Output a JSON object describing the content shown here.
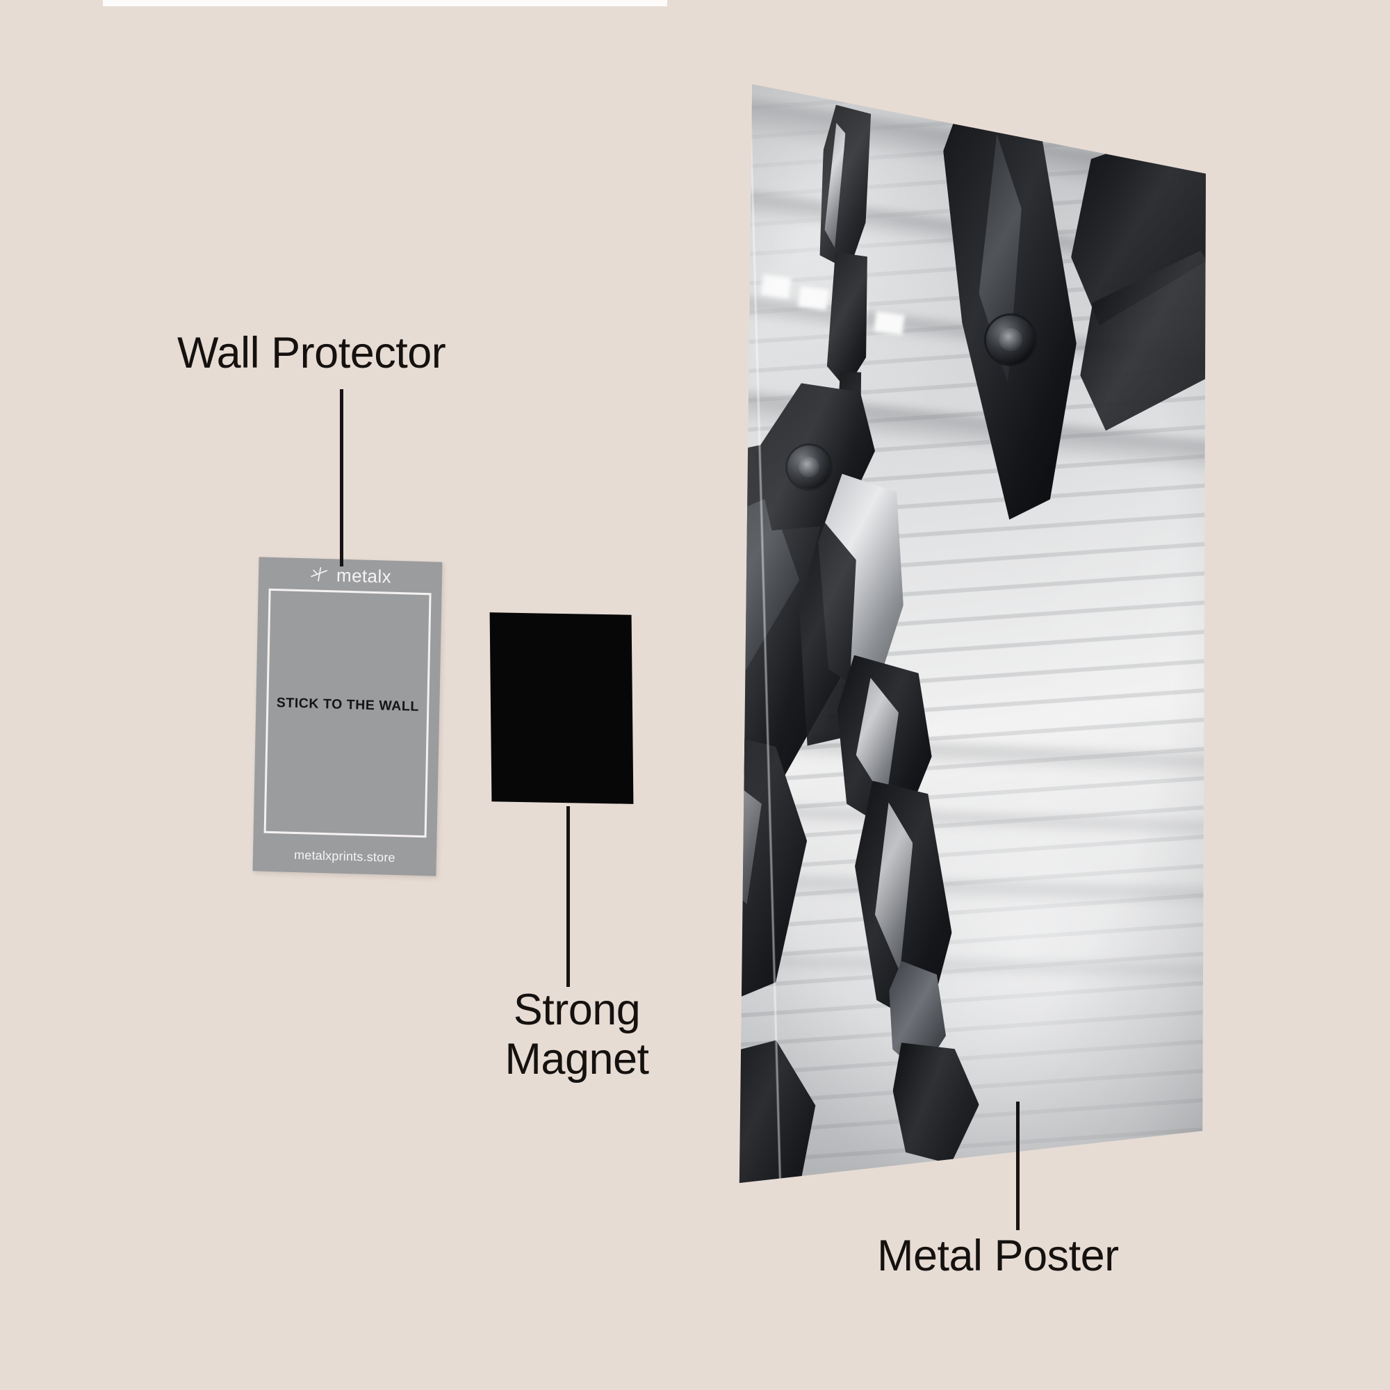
{
  "background_color": "#e7dcd4",
  "top_strip": {
    "color": "#fdfbfa"
  },
  "callouts": [
    {
      "id": "wall-protector",
      "label": "Wall Protector",
      "line_color": "#161312"
    },
    {
      "id": "strong-magnet",
      "label_line1": "Strong",
      "label_line2": "Magnet",
      "line_color": "#161312"
    },
    {
      "id": "metal-poster",
      "label": "Metal Poster",
      "line_color": "#161312"
    }
  ],
  "wall_protector_card": {
    "background_color": "#9b9c9e",
    "frame_color": "#f4f2f1",
    "logo_mark_name": "metalx-cross-logo",
    "logo_text": "metalx",
    "center_text": "STICK TO THE WALL",
    "center_text_color": "#151515",
    "url_text": "metalxprints.store",
    "url_text_color": "#f7f5f4"
  },
  "magnet_swatch": {
    "color": "#070707",
    "shape": "square"
  },
  "metal_poster": {
    "artwork_subject": "sci-fi robot mech legs in an industrial corridor",
    "artwork_palette": "grayscale / monochrome",
    "surface_finish": "glossy metal sheet"
  }
}
